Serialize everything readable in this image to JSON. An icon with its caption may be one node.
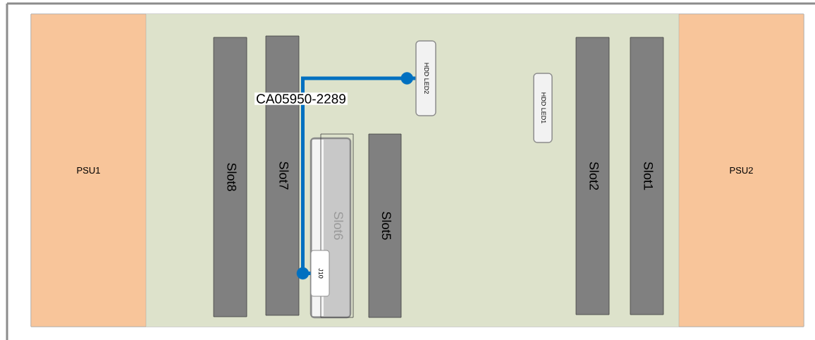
{
  "diagram": {
    "nodes": [
      {
        "text": [
          "PSU1"
        ]
      },
      {
        "text": [],
        "shape": "box"
      },
      {
        "text": [
          "Slot8"
        ],
        "in": 1
      },
      {
        "text": [
          "Slot7"
        ],
        "in": 1
      },
      {
        "text": [
          "HDD LED2"
        ],
        "in": 1
      },
      {
        "text": [
          "Slot6"
        ],
        "in": 1
      },
      {
        "text": [],
        "shape": "box",
        "in": 1
      },
      {
        "text": [
          "J10"
        ],
        "in": 6
      },
      {
        "text": [
          "Slot5"
        ],
        "in": 1
      },
      {
        "text": [
          "HDD LED1"
        ],
        "in": 1
      },
      {
        "text": [
          "Slot2"
        ],
        "in": 1
      },
      {
        "text": [
          "Slot1"
        ],
        "in": 1
      },
      {
        "text": [
          "PSU2"
        ]
      }
    ],
    "edges": [
      {
        "from": 7,
        "to": 4,
        "arrow": "other",
        "label": "CA05950-2289",
        "color": "#0070c0"
      }
    ]
  }
}
